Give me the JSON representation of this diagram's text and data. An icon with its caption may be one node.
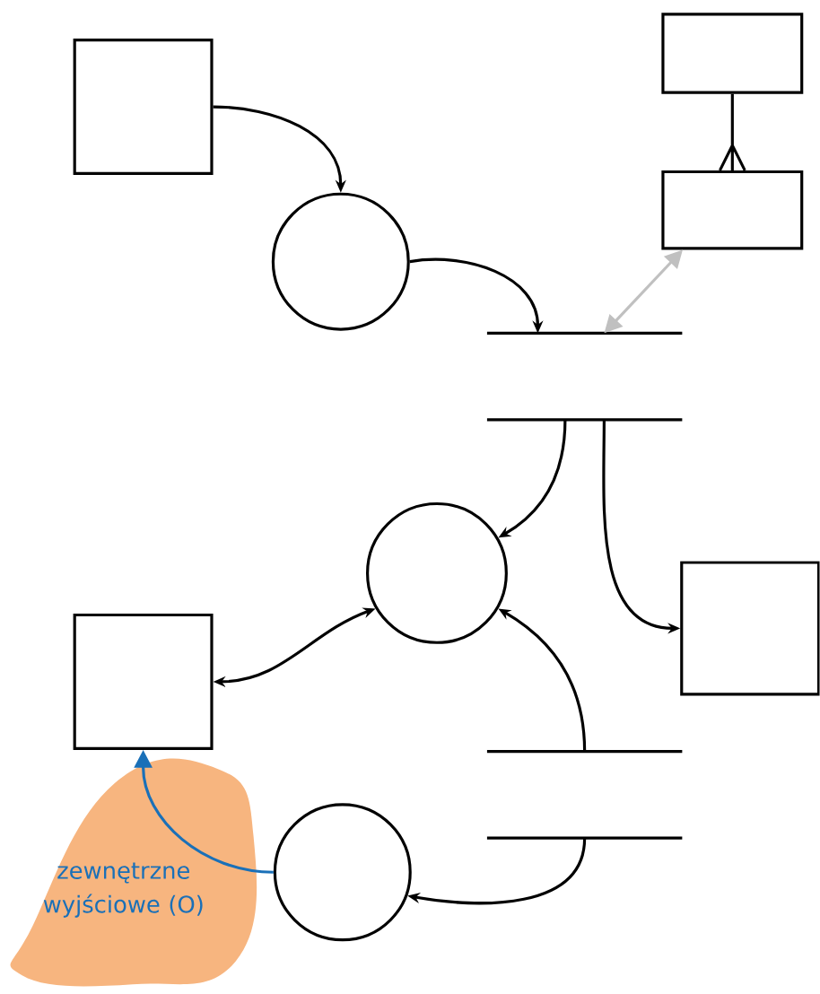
{
  "diagram": {
    "nodes": [
      {
        "text": [],
        "shape": "box"
      },
      {
        "text": [],
        "shape": "circle"
      },
      {
        "text": [],
        "shape": "box"
      },
      {
        "text": [],
        "shape": "box"
      },
      {
        "text": [],
        "shape": "bar"
      },
      {
        "text": [],
        "shape": "circle"
      },
      {
        "text": [],
        "shape": "box"
      },
      {
        "text": [],
        "shape": "box"
      },
      {
        "text": [],
        "shape": "circle"
      },
      {
        "text": [],
        "shape": "bar"
      },
      {
        "text": [
          "zewnętrzne wyjściowe (O)"
        ]
      }
    ],
    "edges": [
      {
        "from": 0,
        "to": 1,
        "arrow": "to"
      },
      {
        "from": 1,
        "to": 4,
        "arrow": "to"
      },
      {
        "from": 4,
        "to": 3,
        "arrow": "both",
        "color": "#c0c0c0"
      },
      {
        "from": 2,
        "to": 3,
        "arrow": "other"
      },
      {
        "from": 4,
        "to": 5,
        "arrow": "to"
      },
      {
        "from": 4,
        "to": 6,
        "arrow": "to"
      },
      {
        "from": 9,
        "to": 5,
        "arrow": "to"
      },
      {
        "from": 5,
        "to": 7,
        "arrow": "both"
      },
      {
        "from": 9,
        "to": 8,
        "arrow": "to"
      },
      {
        "from": 8,
        "to": 7,
        "arrow": "to",
        "color": "#1a70b8"
      }
    ]
  }
}
